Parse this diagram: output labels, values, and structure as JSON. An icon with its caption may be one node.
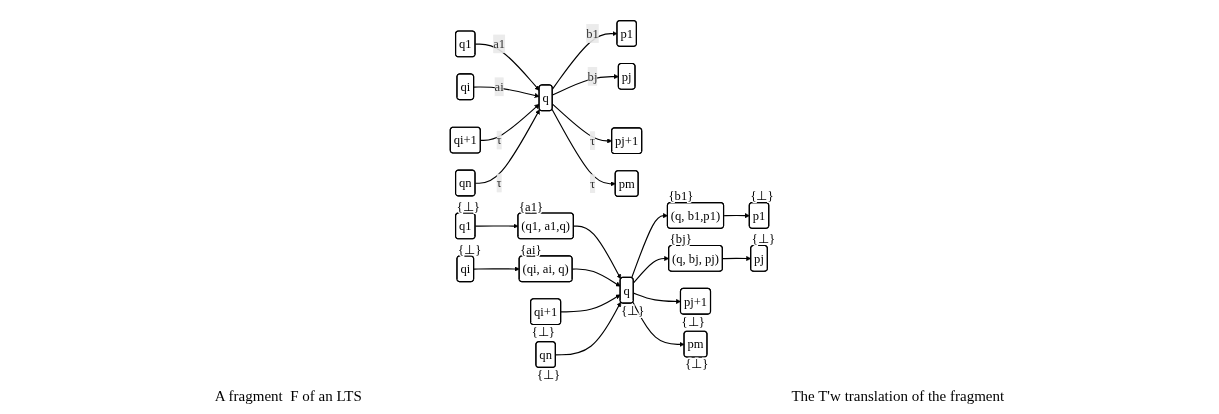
{
  "diagram": {
    "nodes": [
      {
        "text": [
          "q1"
        ]
      },
      {
        "text": [
          "qi"
        ]
      },
      {
        "text": [
          "qi+1"
        ]
      },
      {
        "text": [
          "qn"
        ]
      },
      {
        "text": [
          "q"
        ]
      },
      {
        "text": [
          "p1"
        ]
      },
      {
        "text": [
          "pj"
        ]
      },
      {
        "text": [
          "pj+1"
        ]
      },
      {
        "text": [
          "pm"
        ]
      },
      {
        "text": [
          "q1"
        ],
        "beside": [
          "{⊥}"
        ]
      },
      {
        "text": [
          "qi"
        ],
        "beside": [
          "{⊥}"
        ]
      },
      {
        "text": [
          "qi+1"
        ],
        "beside": [
          "{⊥}"
        ]
      },
      {
        "text": [
          "qn"
        ],
        "beside": [
          "{⊥}"
        ]
      },
      {
        "text": [
          "(q1, a1,q)"
        ],
        "beside": [
          "{a1}"
        ]
      },
      {
        "text": [
          "(qi, ai, q)"
        ],
        "beside": [
          "{ai}"
        ]
      },
      {
        "text": [
          "q"
        ],
        "beside": [
          "{⊥}"
        ]
      },
      {
        "text": [
          "(q, b1,p1)"
        ],
        "beside": [
          "{b1}"
        ]
      },
      {
        "text": [
          "(q, bj, pj)"
        ],
        "beside": [
          "{bj}"
        ]
      },
      {
        "text": [
          "p1"
        ],
        "beside": [
          "{⊥}"
        ]
      },
      {
        "text": [
          "pj"
        ],
        "beside": [
          "{⊥}"
        ]
      },
      {
        "text": [
          "pj+1"
        ],
        "beside": [
          "{⊥}"
        ]
      },
      {
        "text": [
          "pm"
        ],
        "beside": [
          "{⊥}"
        ]
      }
    ],
    "edges": [
      {
        "from": 0,
        "to": 4,
        "arrow": "to",
        "label": "a1"
      },
      {
        "from": 1,
        "to": 4,
        "arrow": "to",
        "label": "ai"
      },
      {
        "from": 2,
        "to": 4,
        "arrow": "to",
        "label": "τ"
      },
      {
        "from": 3,
        "to": 4,
        "arrow": "to",
        "label": "τ"
      },
      {
        "from": 4,
        "to": 5,
        "arrow": "to",
        "label": "b1"
      },
      {
        "from": 4,
        "to": 6,
        "arrow": "to",
        "label": "bj"
      },
      {
        "from": 4,
        "to": 7,
        "arrow": "to",
        "label": "τ"
      },
      {
        "from": 4,
        "to": 8,
        "arrow": "to",
        "label": "τ"
      },
      {
        "from": 9,
        "to": 13,
        "arrow": "to"
      },
      {
        "from": 10,
        "to": 14,
        "arrow": "to"
      },
      {
        "from": 13,
        "to": 15,
        "arrow": "to"
      },
      {
        "from": 14,
        "to": 15,
        "arrow": "to"
      },
      {
        "from": 11,
        "to": 15,
        "arrow": "to"
      },
      {
        "from": 12,
        "to": 15,
        "arrow": "to"
      },
      {
        "from": 15,
        "to": 16,
        "arrow": "to"
      },
      {
        "from": 15,
        "to": 17,
        "arrow": "to"
      },
      {
        "from": 16,
        "to": 18,
        "arrow": "to"
      },
      {
        "from": 17,
        "to": 19,
        "arrow": "to"
      },
      {
        "from": 15,
        "to": 20,
        "arrow": "to"
      },
      {
        "from": 15,
        "to": 21,
        "arrow": "to"
      }
    ],
    "labels": [
      "A fragment  F of an LTS",
      "The T'w translation of the fragment"
    ]
  }
}
